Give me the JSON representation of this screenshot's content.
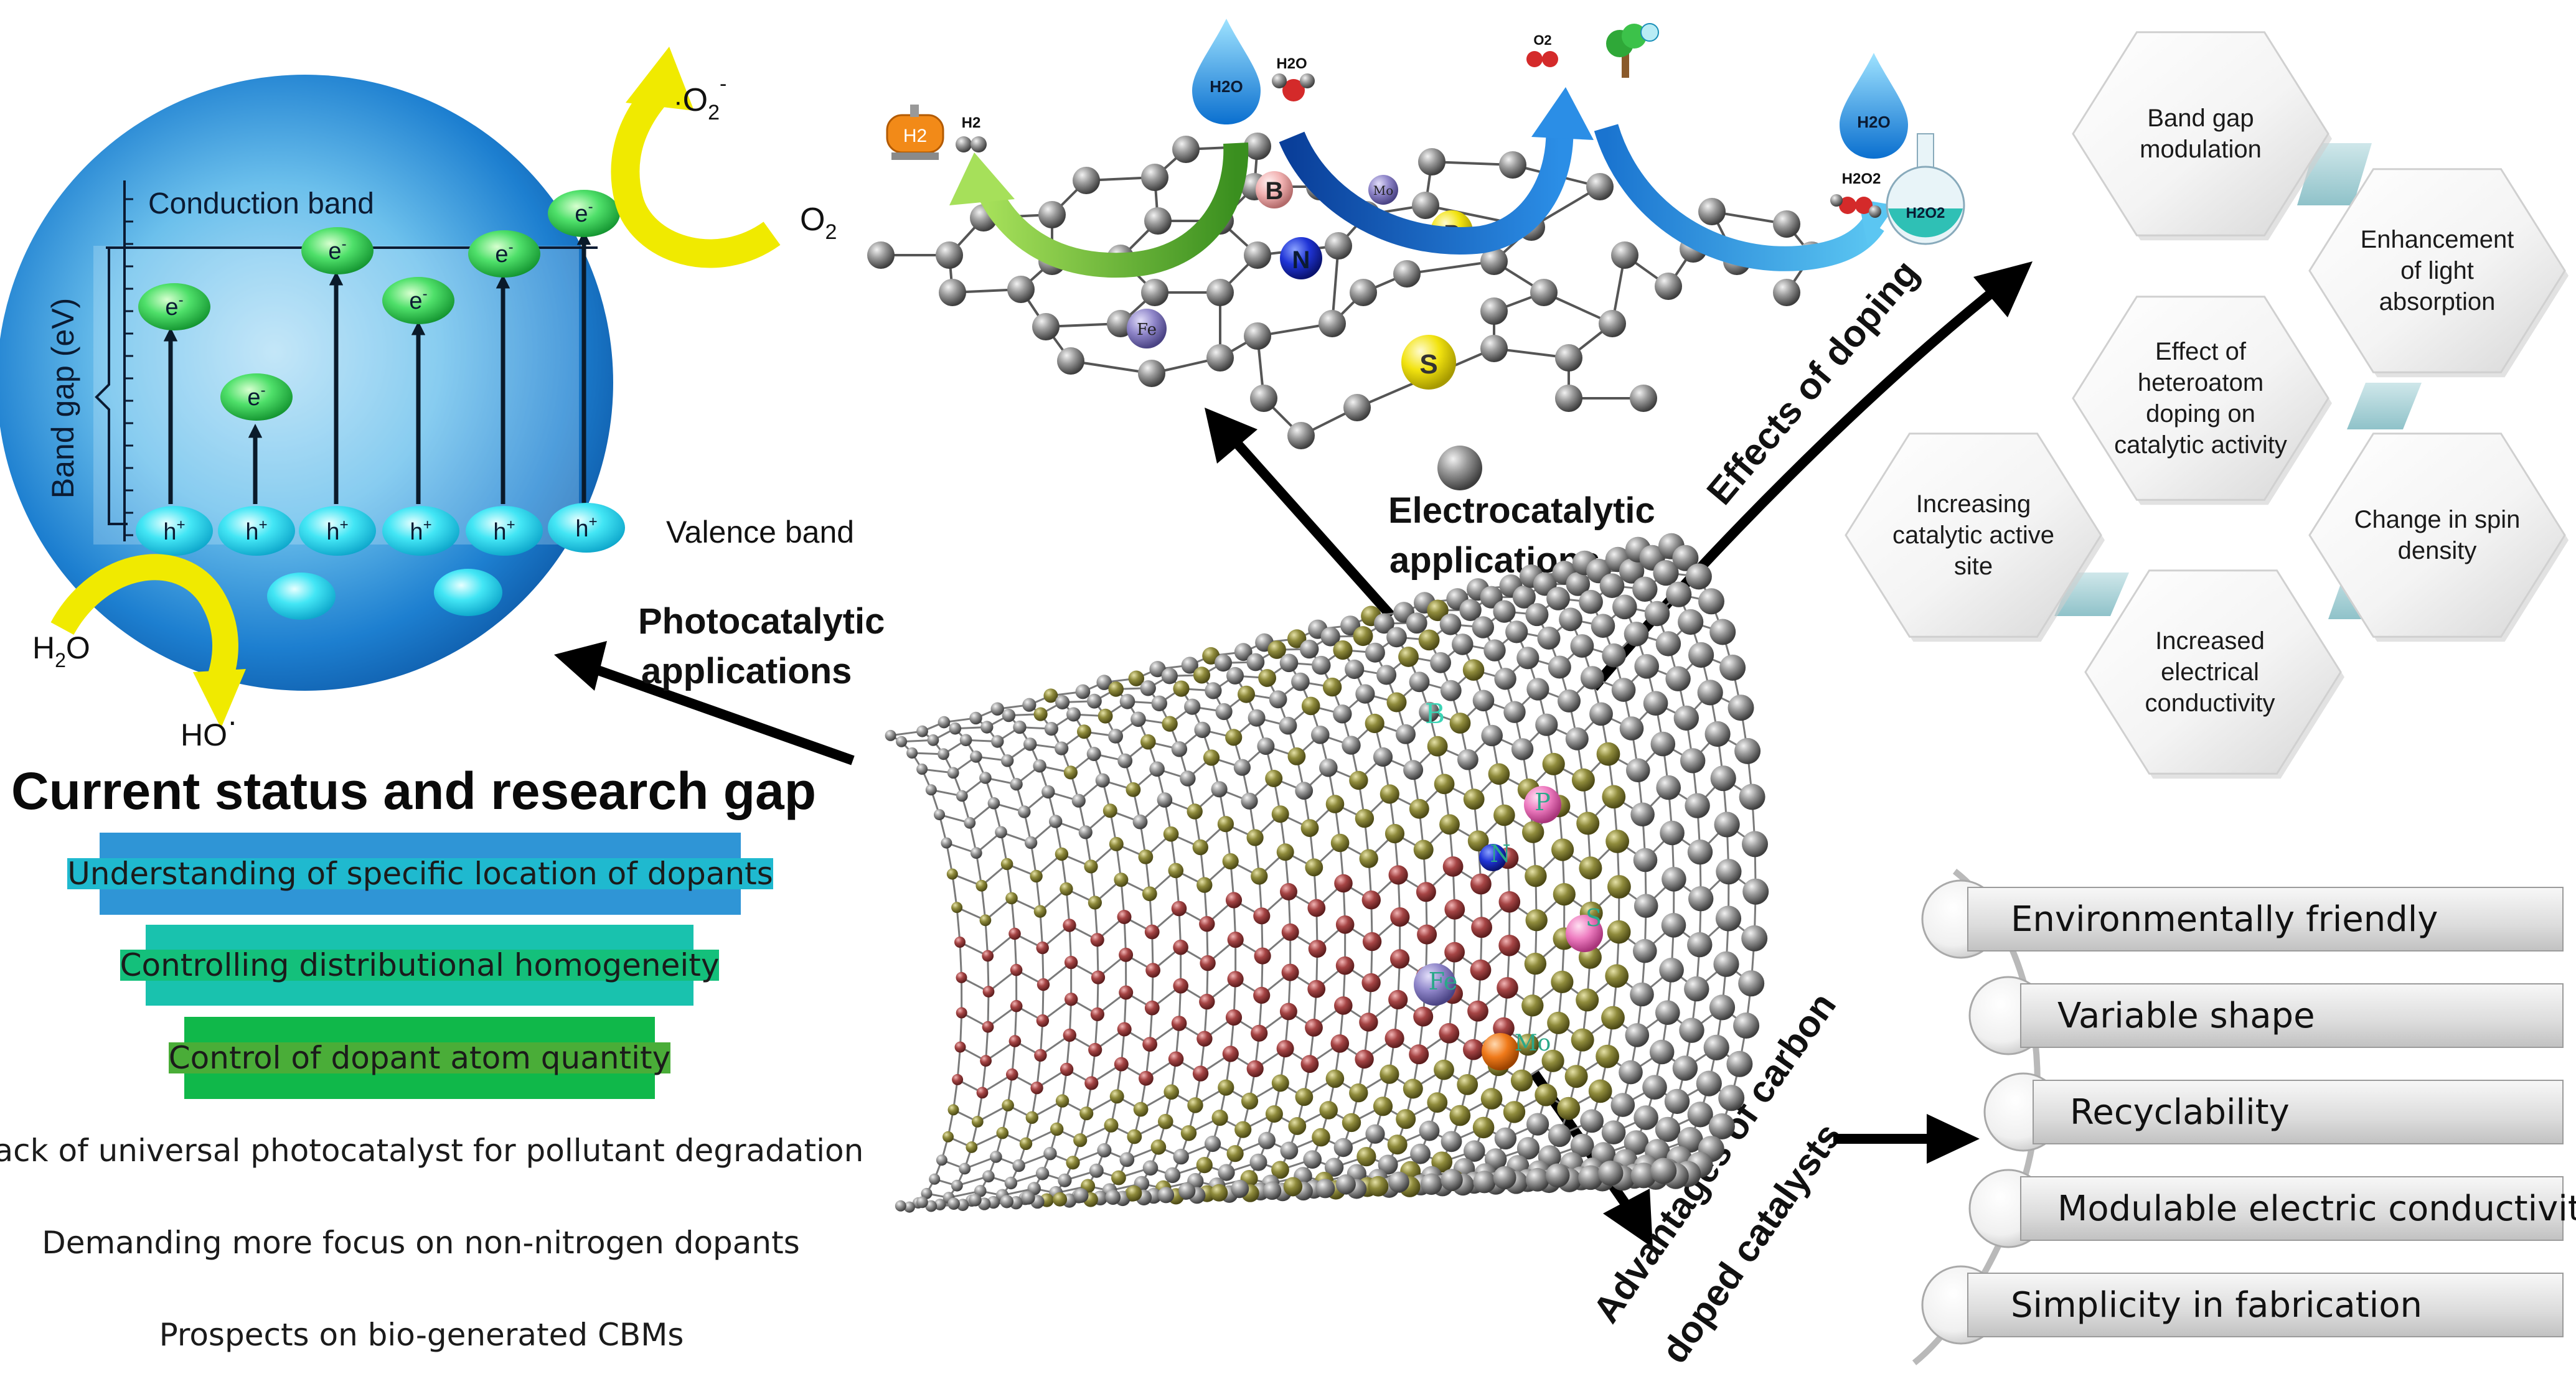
{
  "photocatalysis": {
    "conduction_band": "Conduction band",
    "valence_band": "Valence band",
    "band_gap": "Band gap (eV)",
    "electron": "e",
    "electron_sup": "-",
    "hole": "h",
    "hole_sup": "+",
    "o2_radical": "O",
    "o2_radical_sub": "2",
    "o2_radical_sup": "-",
    "o2": "O",
    "o2_sub": "2",
    "h2o": "H",
    "h2o_sub": "2",
    "h2o_end": "O",
    "ho_radical": "HO",
    "arrow_label_line1": "Photocatalytic",
    "arrow_label_line2": "applications"
  },
  "electrocatalysis": {
    "label_line1": "Electrocatalytic",
    "label_line2": "applications",
    "atoms": [
      "B",
      "N",
      "P",
      "S",
      "Fe",
      "Mo"
    ],
    "h2o_drop": "H2O",
    "h2o_mol": "H2O",
    "h2_tank": "H2",
    "h2_mol": "H2",
    "o2_mol": "O2",
    "h2o2_mol": "H2O2",
    "h2o2_flask": "H2O2"
  },
  "doping_effects": {
    "arrow_label": "Effects of doping",
    "center": "Effect of heteroatom doping on catalytic activity",
    "items": [
      "Band gap modulation",
      "Enhancement of light absorption",
      "Change in spin density",
      "Increased electrical conductivity",
      "Increasing catalytic active site"
    ]
  },
  "nanotube": {
    "dopant_labels": [
      "B",
      "P",
      "N",
      "S",
      "Fe",
      "Mo"
    ]
  },
  "current_status": {
    "title": "Current status and research gap",
    "items": [
      {
        "label": "Understanding of specific location of dopants",
        "color": "#2f95d6"
      },
      {
        "label": "Controlling distributional homogeneity",
        "color": "#1fb9cf"
      },
      {
        "label": "Control of dopant atom quantity",
        "color": "#19c2ae"
      },
      {
        "label": "Lack of universal photocatalyst for pollutant degradation",
        "color": "#14c07b"
      },
      {
        "label": "Demanding more focus on non-nitrogen dopants",
        "color": "#10b84a"
      },
      {
        "label": "Prospects on bio-generated CBMs",
        "color": "#4aad38"
      }
    ]
  },
  "advantages": {
    "arrow_label_line1": "Advantages of carbon",
    "arrow_label_line2": "doped catalysts",
    "items": [
      "Environmentally friendly",
      "Variable shape",
      "Recyclability",
      "Modulable electric conductivity",
      "Simplicity in fabrication"
    ]
  }
}
